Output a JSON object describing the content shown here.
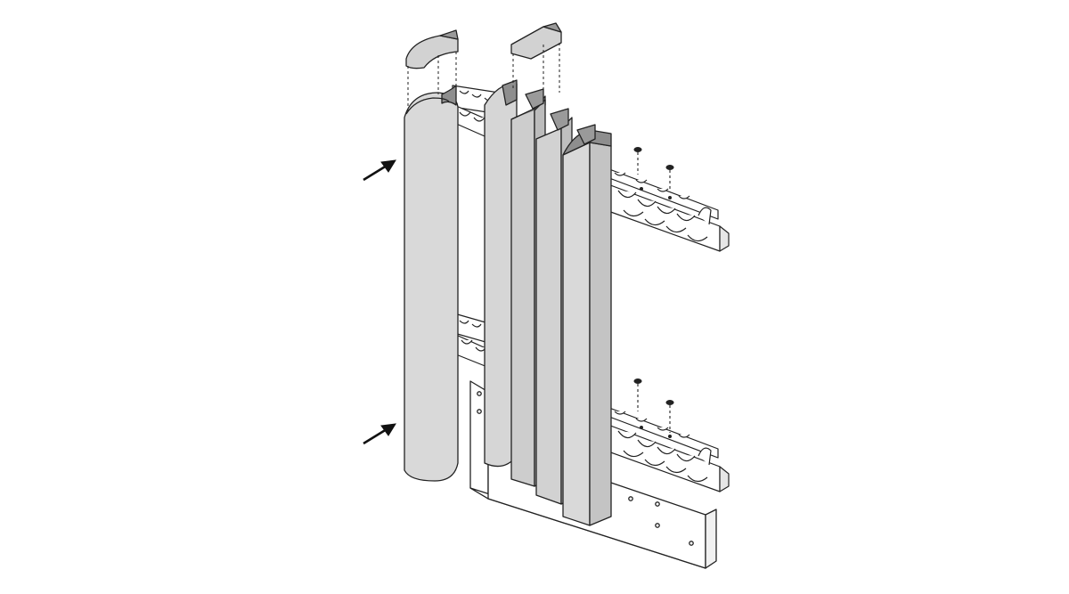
{
  "diagram": {
    "kind": "exploded-isometric-assembly",
    "colors": {
      "background": "#ffffff",
      "outline": "#222222",
      "panel_front": "#d9d9d9",
      "panel_side": "#c4c4c4",
      "panel_inner": "#8e8e8e",
      "cap": "#d2d2d2",
      "cap_inner": "#9a9a9a",
      "bracket_fill": "#ffffff",
      "arrow": "#111111"
    },
    "parts": {
      "rounded_cladding_panel": {
        "count": 1,
        "end_caps": 1
      },
      "square_cladding_panels": {
        "count": 4,
        "end_caps": 1
      },
      "clip_rails": {
        "count": 4
      },
      "screws": {
        "count": 4
      },
      "base_channel": {
        "count": 1
      },
      "arrows": {
        "count": 2,
        "icon": "arrow-up-right-icon"
      }
    }
  }
}
